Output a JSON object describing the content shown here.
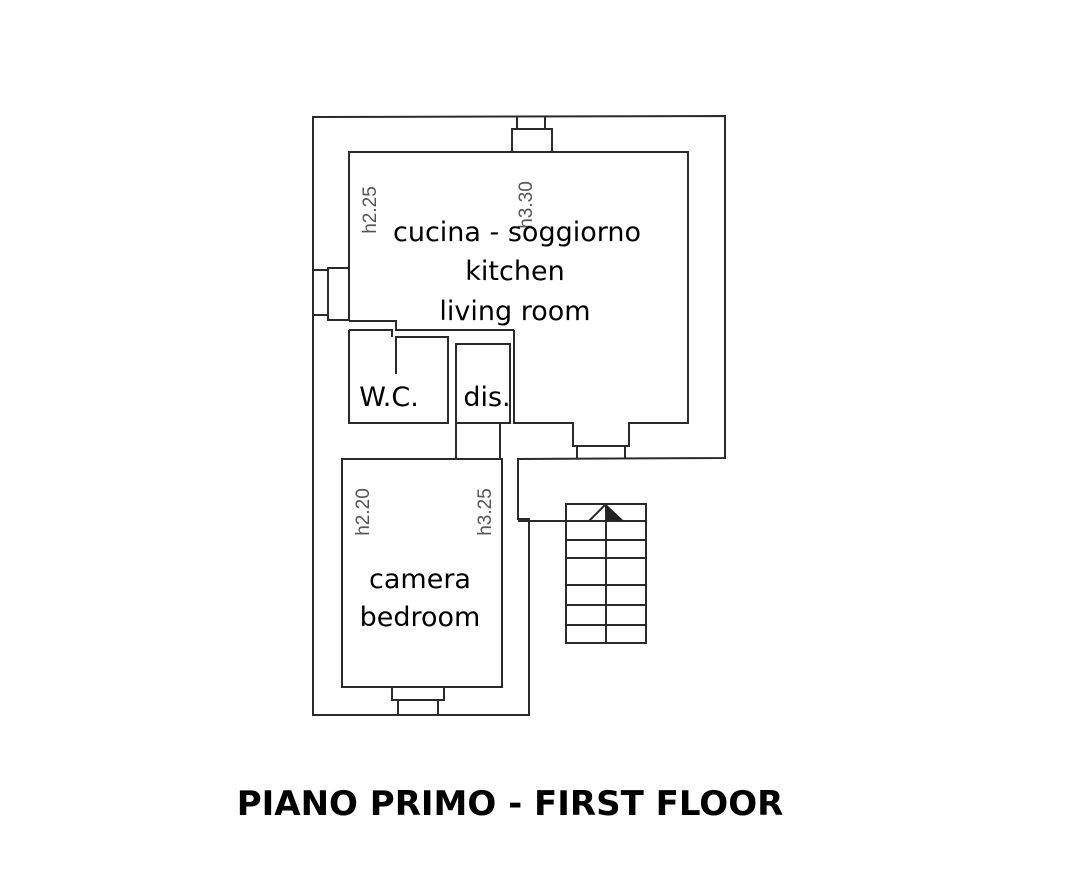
{
  "title": "PIANO PRIMO - FIRST FLOOR",
  "rooms": {
    "kitchen": {
      "line1": "cucina - soggiorno",
      "line2": "kitchen",
      "line3": "living room",
      "height_left": "h2.25",
      "height_right": "h3.30"
    },
    "wc": {
      "label": "W.C."
    },
    "dis": {
      "label": "dis."
    },
    "bedroom": {
      "line1": "camera",
      "line2": "bedroom",
      "height_left": "h2.20",
      "height_right": "h3.25"
    }
  }
}
